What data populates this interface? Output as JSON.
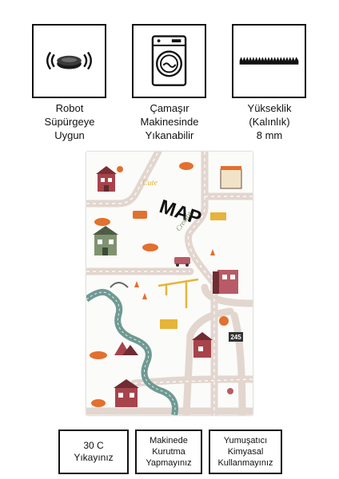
{
  "features": [
    {
      "icon": "robot-vacuum-icon",
      "label": "Robot\nSüpürgeye\nUygun"
    },
    {
      "icon": "washing-machine-icon",
      "label": "Çamaşır\nMakinesinde\nYıkanabilir"
    },
    {
      "icon": "pile-height-icon",
      "label": "Yükseklik\n(Kalınlık)\n8 mm"
    }
  ],
  "rug": {
    "title": "MAP",
    "script_top": "Cute",
    "script_side": "Creator",
    "bus_stop_number": "245",
    "colors": {
      "road": "#e2d6cf",
      "road_marking": "#ffffff",
      "river": "#6f9a94",
      "accent_orange": "#e2702e",
      "accent_red": "#a8434b",
      "accent_yellow": "#e5b43a",
      "accent_green": "#7f9370"
    }
  },
  "care": [
    {
      "icon": "wash-30-icon",
      "label": "30 C\nYıkayınız"
    },
    {
      "icon": "no-tumble-dry-icon",
      "label": "Makinede\nKurutma\nYapmayınız"
    },
    {
      "icon": "no-chemical-icon",
      "label": "Yumuşatıcı\nKimyasal\nKullanmayınız"
    }
  ]
}
